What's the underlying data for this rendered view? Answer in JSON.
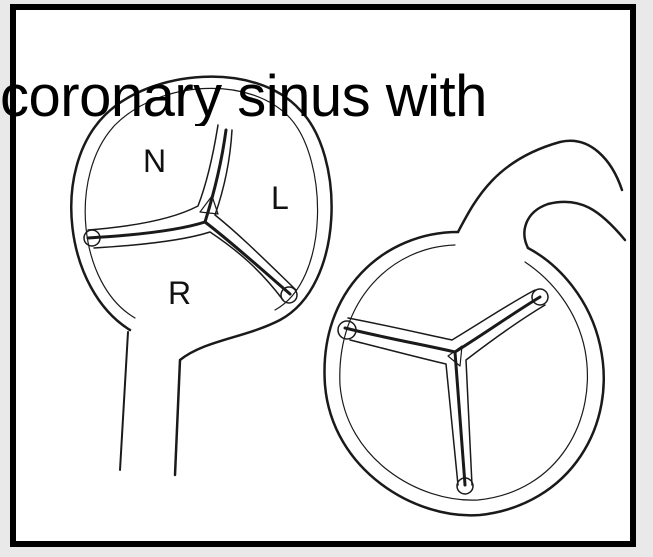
{
  "caption": "coronary sinus with",
  "labels": {
    "cusp_n": "N",
    "cusp_l": "L",
    "cusp_r": "R"
  }
}
